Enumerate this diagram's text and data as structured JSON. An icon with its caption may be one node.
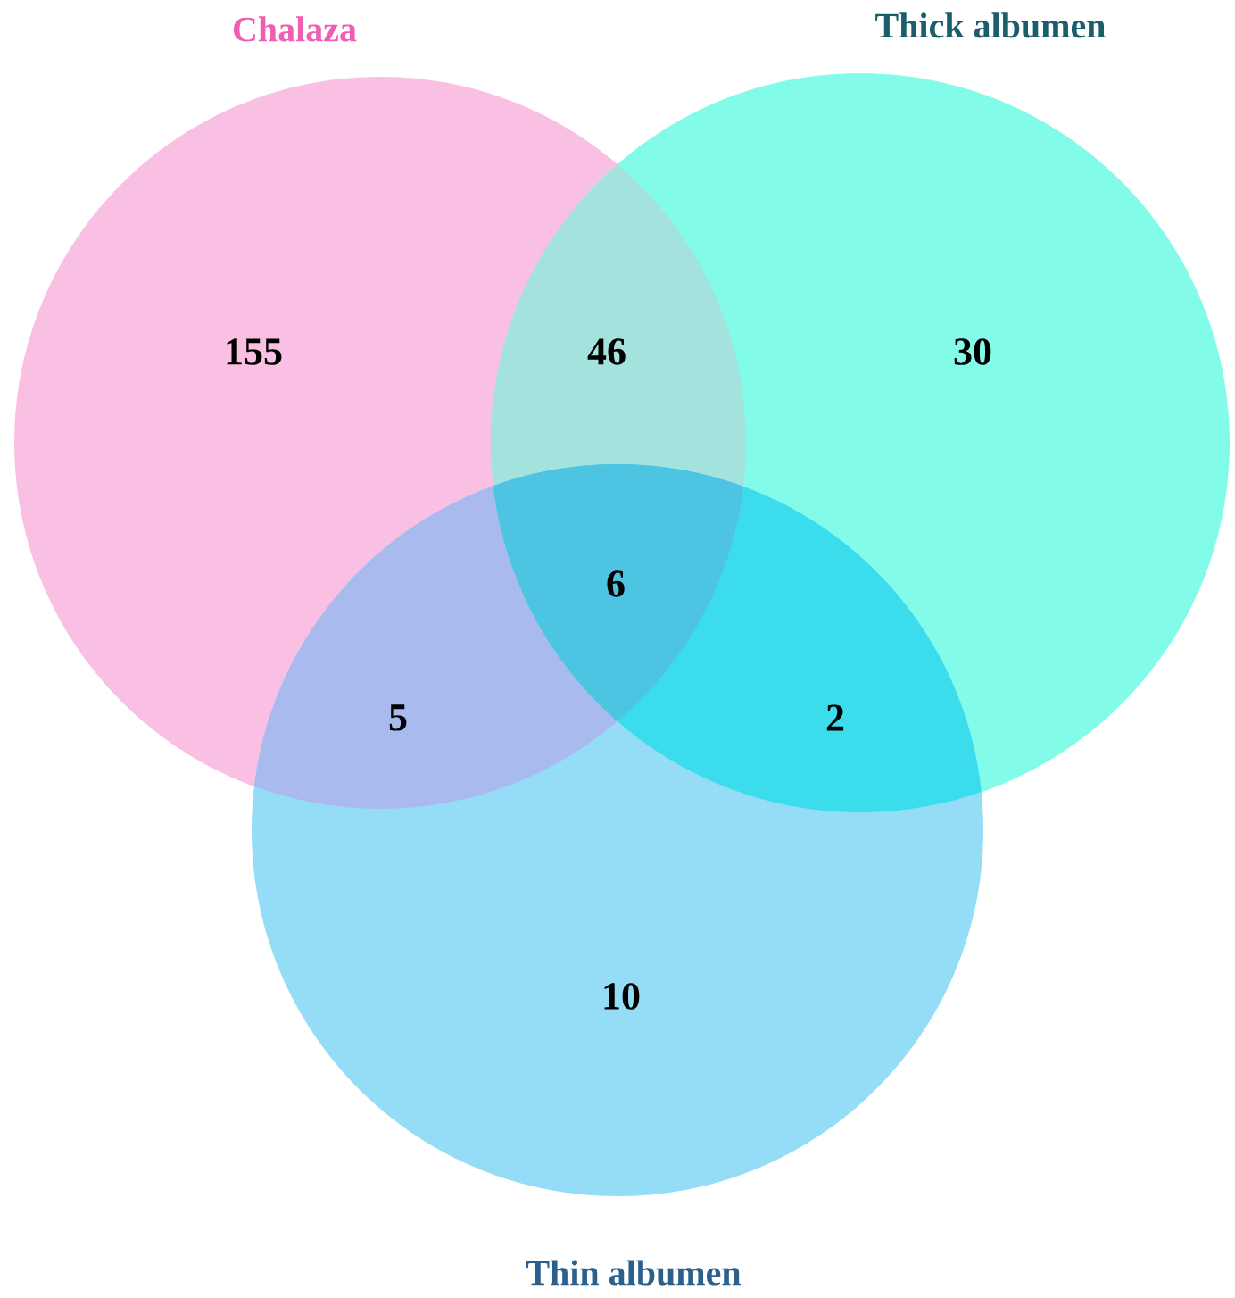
{
  "diagram": {
    "nodes": [
      {
        "text": [
          "Chalaza"
        ]
      },
      {
        "text": [
          "Thick albumen"
        ]
      },
      {
        "text": [
          "Thin albumen"
        ]
      }
    ],
    "labels": [
      "155",
      "46",
      "30",
      "6",
      "5",
      "2",
      "10"
    ]
  }
}
